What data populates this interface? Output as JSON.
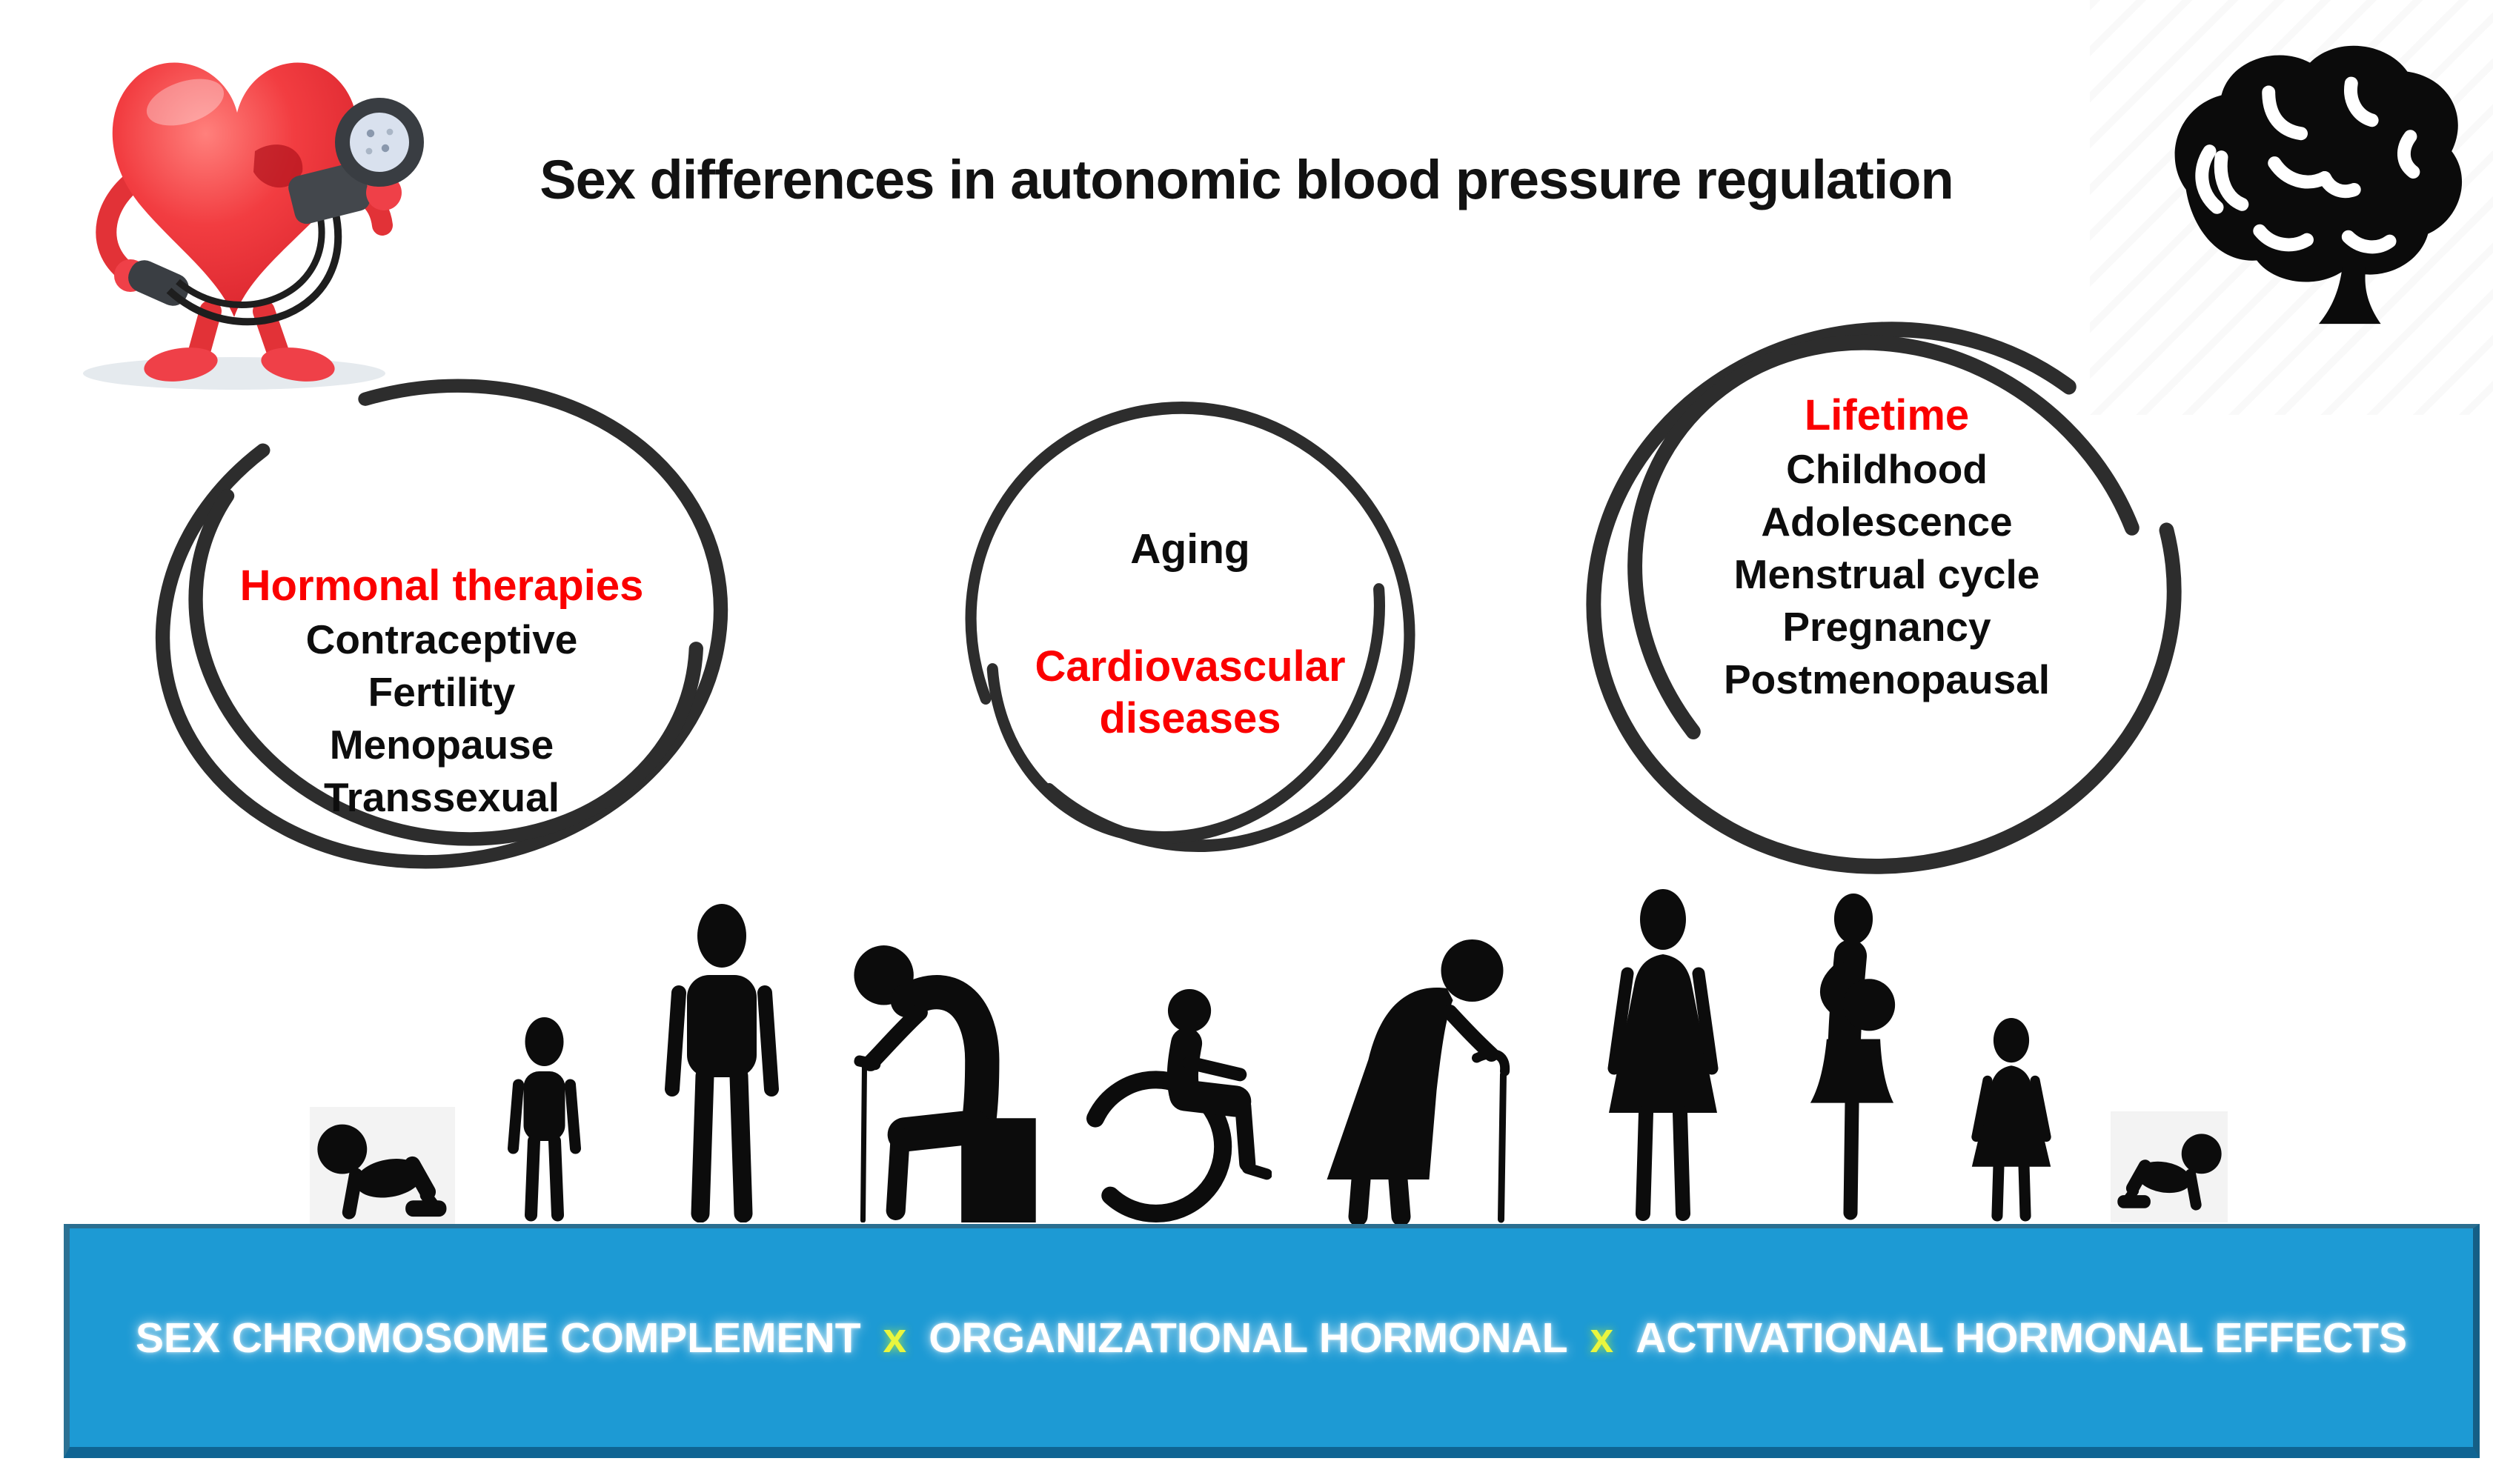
{
  "title": "Sex differences in autonomic blood pressure regulation",
  "colors": {
    "accent_red": "#fb0000",
    "text_black": "#0d0d0d",
    "circle_stroke": "#2d2d2d",
    "silhouette_black": "#0c0c0c",
    "banner_blue": "#1d9ad4",
    "banner_border_dark": "#0f6493",
    "banner_text_white": "#ffffff",
    "multiply_x_yellow": "#e9f63e",
    "heart_red": "#e8353c",
    "cuff_gray": "#43474c"
  },
  "icons": {
    "heart_mascot": "heart-measuring-blood-pressure-illustration",
    "brain": "brain-silhouette-icon"
  },
  "bubbles": [
    {
      "name": "hormonal-therapies",
      "heading": "Hormonal therapies",
      "items": [
        "Contraceptive",
        "Fertility",
        "Menopause",
        "Transsexual"
      ]
    },
    {
      "name": "aging-cardiovascular-diseases",
      "black_line": "Aging",
      "red_line": "Cardiovascular diseases"
    },
    {
      "name": "lifetime",
      "heading": "Lifetime",
      "items": [
        "Childhood",
        "Adolescence",
        "Menstrual cycle",
        "Pregnancy",
        "Postmenopausal"
      ]
    }
  ],
  "lifespan_figures": [
    "crawling-baby",
    "young-boy",
    "adult-man",
    "elderly-man-seated-with-cane",
    "wheelchair-user",
    "elderly-woman-with-cane",
    "adult-woman",
    "pregnant-woman",
    "young-girl",
    "crawling-baby-mirrored"
  ],
  "banner": {
    "segments": [
      {
        "text": "SEX CHROMOSOME COMPLEMENT",
        "color": "white"
      },
      {
        "text": "x",
        "color": "yellow"
      },
      {
        "text": "ORGANIZATIONAL HORMONAL",
        "color": "white"
      },
      {
        "text": "x",
        "color": "yellow"
      },
      {
        "text": "ACTIVATIONAL HORMONAL EFFECTS",
        "color": "white"
      }
    ]
  }
}
